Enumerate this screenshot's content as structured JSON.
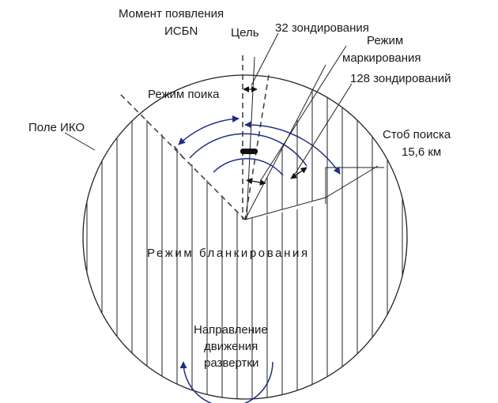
{
  "labels": {
    "moment_line1": "Момент появления",
    "moment_line2": "ИСБN",
    "target": "Цель",
    "probes_32": "32 зондирования",
    "mark_mode_line1": "Режим",
    "mark_mode_line2": "маркирования",
    "probes_128": "128 зондирований",
    "search_mode": "Режим поика",
    "ppi_field": "Поле ИКО",
    "search_strobe_line1": "Стоб поиска",
    "search_strobe_line2": "15,6 км",
    "blanking_mode": "Режим бланкирования",
    "sweep_line1": "Направление",
    "sweep_line2": "движения",
    "sweep_line3": "развертки"
  },
  "colors": {
    "arc_blue": "#1f2f82",
    "ink": "#222222"
  }
}
